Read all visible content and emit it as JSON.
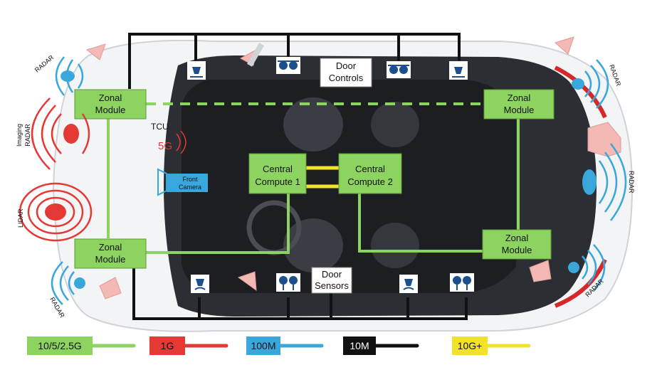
{
  "colors": {
    "green": "#8dd35f",
    "red": "#e53935",
    "blue": "#3aa7dc",
    "black": "#111111",
    "yellow": "#f2e32a",
    "car_body": "#f3f4f6",
    "cabin": "#2b2e33"
  },
  "modules": {
    "zonal_front_left": "Zonal\nModule",
    "zonal_rear_left": "Zonal\nModule",
    "zonal_front_right": "Zonal\nModule",
    "zonal_rear_right": "Zonal\nModule",
    "central_compute_1": "Central\nCompute 1",
    "central_compute_2": "Central\nCompute 2",
    "door_controls": "Door\nControls",
    "door_sensors": "Door\nSensors",
    "front_camera": "Front\nCamera"
  },
  "sensor_labels": {
    "radar_top_left": "RADAR",
    "imaging_radar": "Imaging\nRADAR",
    "lidar": "LIDAR",
    "radar_bottom_left": "RADAR",
    "radar_top_right": "RADAR",
    "radar_right": "RADAR",
    "radar_bottom_right": "RADAR",
    "tcu": "TCU",
    "five_g": "5G"
  },
  "legend": [
    {
      "label": "10/5/2.5G",
      "color": "#8dd35f",
      "text_color": "#111111"
    },
    {
      "label": "1G",
      "color": "#e53935",
      "text_color": "#111111"
    },
    {
      "label": "100M",
      "color": "#3aa7dc",
      "text_color": "#111111"
    },
    {
      "label": "10M",
      "color": "#111111",
      "text_color": "#ffffff"
    },
    {
      "label": "10G+",
      "color": "#f2e32a",
      "text_color": "#111111"
    }
  ],
  "icons": [
    "speaker-icon",
    "seat-occupancy-icon",
    "mirror-icon",
    "radar-icon",
    "lidar-icon",
    "camera-icon"
  ]
}
